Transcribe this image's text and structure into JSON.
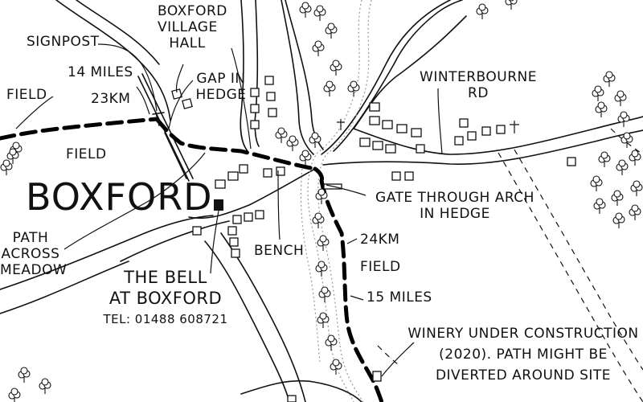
{
  "map": {
    "place_name": "BOXFORD",
    "labels": {
      "signpost": "SIGNPOST",
      "village_hall": [
        "BOXFORD",
        "VILLAGE",
        "HALL"
      ],
      "gap_in_hedge": [
        "GAP IN",
        "HEDGE"
      ],
      "field_top_left": "FIELD",
      "miles_14": "14 MILES",
      "km_23": "23KM",
      "field_center": "FIELD",
      "winterbourne_rd": [
        "WINTERBOURNE",
        "RD"
      ],
      "gate_through_arch": [
        "GATE THROUGH ARCH",
        "IN HEDGE"
      ],
      "path_across_meadow": [
        "PATH",
        "ACROSS",
        "MEADOW"
      ],
      "bench": "BENCH",
      "km_24": "24KM",
      "field_right": "FIELD",
      "miles_15": "15 MILES",
      "pub_name": [
        "THE BELL",
        "AT BOXFORD"
      ],
      "pub_tel": "TEL: 01488 608721",
      "winery_note": [
        "WINERY UNDER CONSTRUCTION",
        "(2020). PATH MIGHT BE",
        "DIVERTED AROUND SITE"
      ]
    },
    "symbols": [
      "church-cross",
      "church-cross",
      "tree",
      "house",
      "signpost",
      "gate",
      "pub"
    ],
    "colors": {
      "ink": "#111111",
      "river": "#999999",
      "background": "#ffffff"
    }
  }
}
